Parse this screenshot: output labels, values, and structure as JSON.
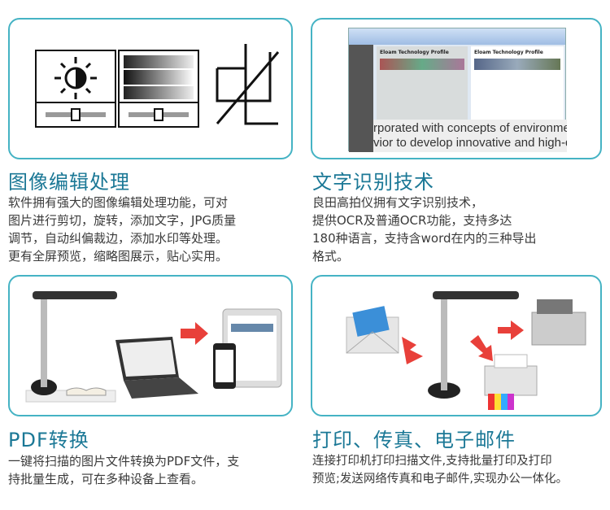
{
  "features": [
    {
      "title": "图像编辑处理",
      "lines": [
        "软件拥有强大的图像编辑处理功能，可对",
        "图片进行剪切，旋转，添加文字，JPG质量",
        "调节，自动纠偏裁边，添加水印等处理。",
        "更有全屏预览，缩略图展示，贴心实用。"
      ]
    },
    {
      "title": "文字识别技术",
      "lines": [
        "良田高拍仪拥有文字识别技术，",
        "提供OCR及普通OCR功能，支持多达",
        "180种语言，支持含word在内的三种导出",
        "格式。"
      ]
    },
    {
      "title": "PDF转换",
      "lines": [
        "一键将扫描的图片文件转换为PDF文件，支",
        "持批量生成，可在多种设备上查看。"
      ]
    },
    {
      "title": "打印、传真、电子邮件",
      "lines": [
        "连接打印机打印扫描文件,支持批量打印及打印",
        "预览;发送网络传真和电子邮件,实现办公一体化。"
      ]
    }
  ],
  "screenshot": {
    "doc_title": "Eloam Technology Profile",
    "zoom_line1": "rporated with concepts of environmental pr",
    "zoom_line2": "vior to develop innovative and high-quality p"
  },
  "colors": {
    "accent": "#1b7896",
    "border": "#45b3c4",
    "arrow": "#e8403a"
  }
}
